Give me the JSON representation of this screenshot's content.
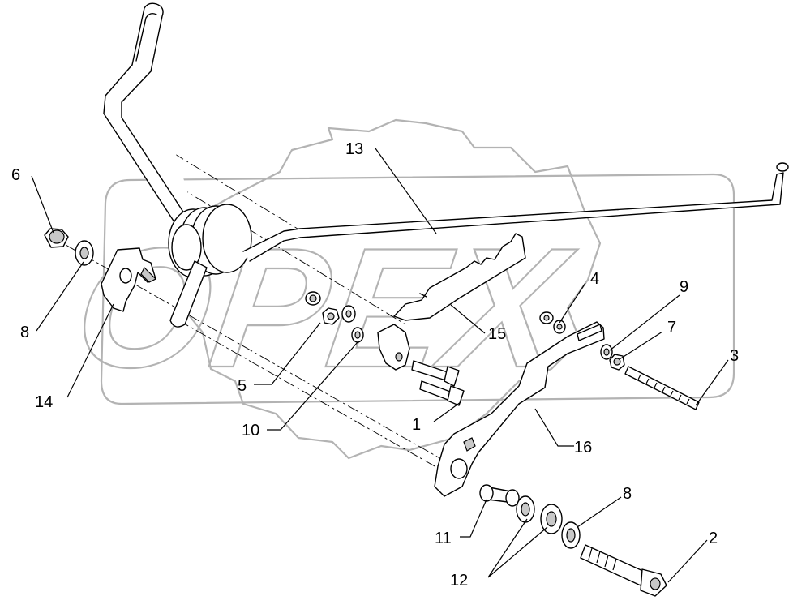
{
  "diagram": {
    "watermark_text": "OPEX",
    "callouts": [
      {
        "id": "c1",
        "text": "1"
      },
      {
        "id": "c2",
        "text": "2"
      },
      {
        "id": "c3",
        "text": "3"
      },
      {
        "id": "c4",
        "text": "4"
      },
      {
        "id": "c5",
        "text": "5"
      },
      {
        "id": "c6",
        "text": "6"
      },
      {
        "id": "c7",
        "text": "7"
      },
      {
        "id": "c8a",
        "text": "8"
      },
      {
        "id": "c8b",
        "text": "8"
      },
      {
        "id": "c9",
        "text": "9"
      },
      {
        "id": "c10",
        "text": "10"
      },
      {
        "id": "c11",
        "text": "11"
      },
      {
        "id": "c12",
        "text": "12"
      },
      {
        "id": "c13",
        "text": "13"
      },
      {
        "id": "c14",
        "text": "14"
      },
      {
        "id": "c15",
        "text": "15"
      },
      {
        "id": "c16",
        "text": "16"
      }
    ]
  },
  "colors": {
    "line": "#000000",
    "watermark": "#b3b3b3",
    "background": "#ffffff",
    "shading": "#c8c8c8"
  }
}
